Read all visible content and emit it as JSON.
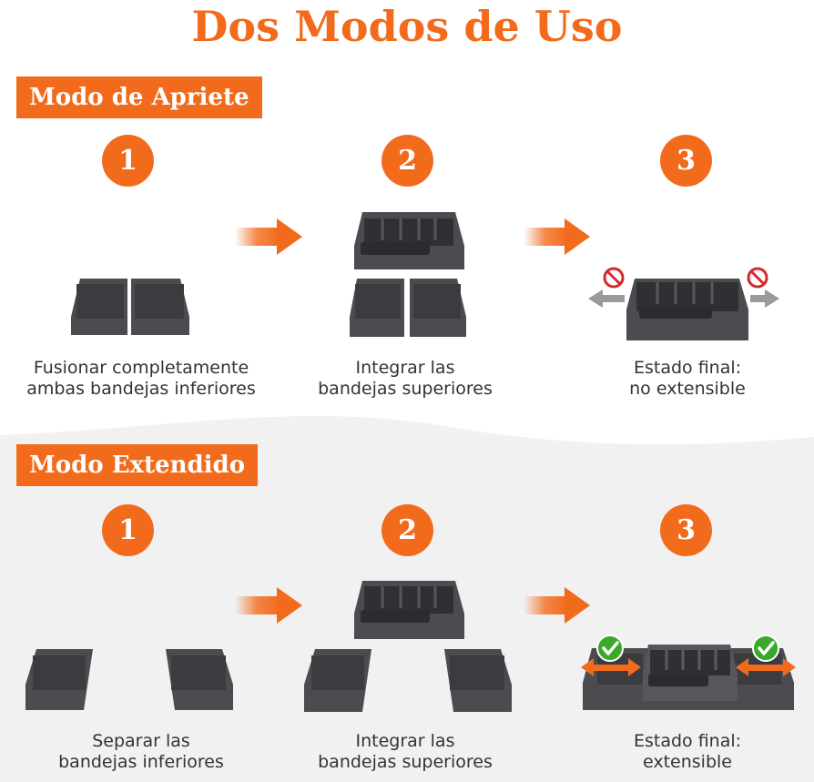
{
  "title": "Dos Modos de Uso",
  "colors": {
    "accent": "#f26b1d",
    "tray": "#4a4c50",
    "tray_dark": "#2e3033",
    "prohibit": "#d9262c",
    "check": "#3aa82a"
  },
  "modes": [
    {
      "label": "Modo de Apriete",
      "steps": [
        {
          "number": "1",
          "caption_line1": "Fusionar completamente",
          "caption_line2": "ambas bandejas inferiores"
        },
        {
          "number": "2",
          "caption_line1": "Integrar las",
          "caption_line2": "bandejas superiores"
        },
        {
          "number": "3",
          "caption_line1": "Estado final:",
          "caption_line2": "no extensible"
        }
      ]
    },
    {
      "label": "Modo Extendido",
      "steps": [
        {
          "number": "1",
          "caption_line1": "Separar las",
          "caption_line2": "bandejas inferiores"
        },
        {
          "number": "2",
          "caption_line1": "Integrar las",
          "caption_line2": "bandejas superiores"
        },
        {
          "number": "3",
          "caption_line1": "Estado final:",
          "caption_line2": "extensible"
        }
      ]
    }
  ],
  "icons": [
    "arrow-right-icon",
    "prohibited-icon",
    "check-icon",
    "double-arrow-icon"
  ]
}
